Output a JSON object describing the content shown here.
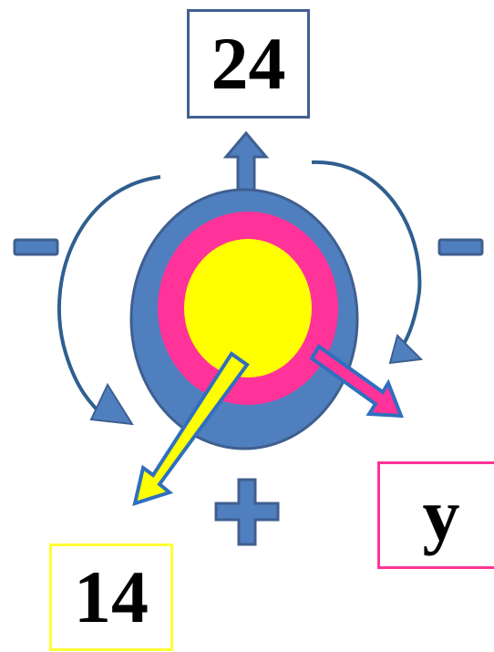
{
  "diagram": {
    "top_label": "24",
    "right_label": "y",
    "left_label": "14"
  },
  "colors": {
    "blue": "#4f7fbf",
    "blue_border": "#3f5f8f",
    "pink": "#ff3399",
    "yellow": "#ffff00",
    "curve": "#2f5f8f"
  },
  "icons": {
    "minus_left": "minus-icon",
    "minus_right": "minus-icon",
    "plus_bottom": "plus-icon"
  }
}
